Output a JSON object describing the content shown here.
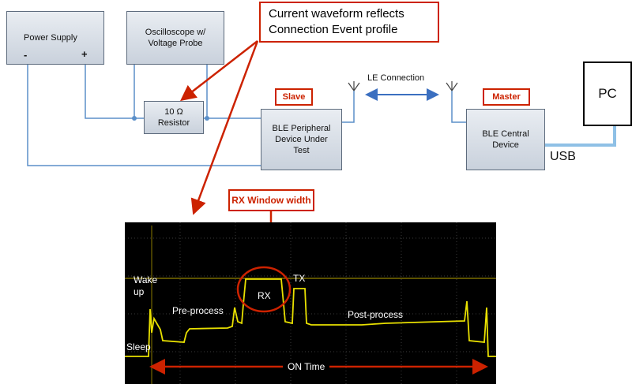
{
  "diagram": {
    "power_supply": {
      "label": "Power Supply",
      "minus": "-",
      "plus": "+"
    },
    "oscilloscope": {
      "label": "Oscilloscope w/ Voltage Probe"
    },
    "resistor": {
      "label": "10 Ω Resistor"
    },
    "peripheral": {
      "label": "BLE Peripheral Device Under Test"
    },
    "central": {
      "label": "BLE Central Device"
    },
    "pc": {
      "label": "PC"
    },
    "usb_label": "USB",
    "le_connection_label": "LE Connection",
    "slave_tag": "Slave",
    "master_tag": "Master",
    "callout_text": "Current waveform reflects Connection Event profile",
    "rx_window_tag": "RX Window width"
  },
  "scope": {
    "trace_color": "#e8e000",
    "labels": {
      "wake_up": "Wake up",
      "pre_process": "Pre-process",
      "rx": "RX",
      "tx": "TX",
      "post_process": "Post-process",
      "sleep": "Sleep",
      "on_time": "ON Time"
    }
  },
  "colors": {
    "accent": "#cc2200",
    "wire": "#5b8fc9",
    "box_border": "#5d6b7d"
  }
}
